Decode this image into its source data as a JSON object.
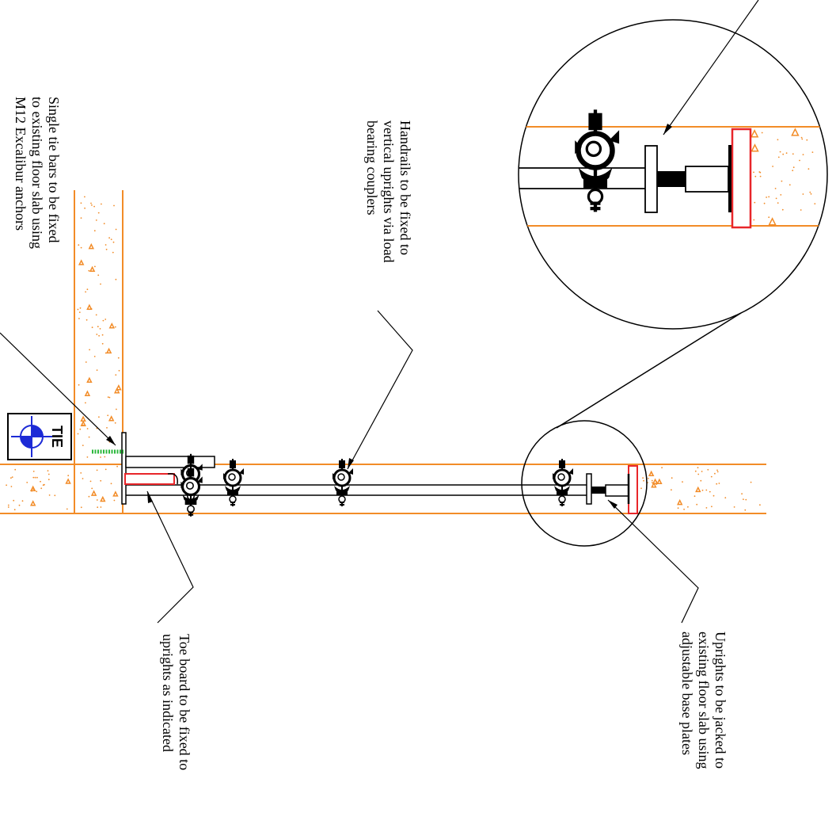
{
  "colors": {
    "concrete": "#f28c28",
    "base_plate": "#e8262a",
    "tie_anchor": "#2db83d",
    "tie_badge": "#1d2bd6",
    "line": "#000000"
  },
  "icons": [
    "scaffold-coupler-icon",
    "tie-symbol-icon"
  ],
  "tie_badge": {
    "label": "TIE"
  },
  "notes": {
    "tie_bars": [
      "Single tie bars to be fixed",
      "to existing floor slab using",
      "M12 Excalibur anchors"
    ],
    "handrails": [
      "Handrails to be fixed to",
      "vertical uprights via load",
      "bearing couplers"
    ],
    "toe_board": [
      "Toe board to be fixed to",
      "uprights as indicated"
    ],
    "uprights": [
      "Uprights to be jacked to",
      "existing floor slab using",
      "adjustable base plates"
    ]
  }
}
